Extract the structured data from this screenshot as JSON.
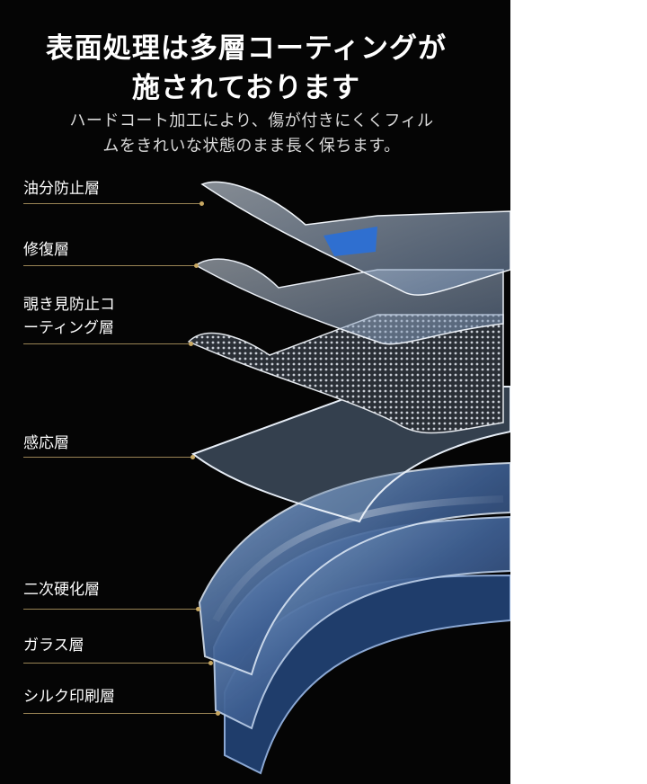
{
  "heading": {
    "line1": "表面処理は多層コーティングが",
    "line2": "施されております"
  },
  "description": {
    "line1": "ハードコート加工により、傷が付きにくくフィル",
    "line2": "ムをきれいな状態のまま長く保ちます。"
  },
  "layers": [
    {
      "label": "油分防止層"
    },
    {
      "label": "修復層"
    },
    {
      "label_line1": "覗き見防止コ",
      "label_line2": "ーティング層"
    },
    {
      "label": "感応層"
    },
    {
      "label": "二次硬化層"
    },
    {
      "label": "ガラス層"
    },
    {
      "label": "シルク印刷層"
    }
  ],
  "colors": {
    "background": "#050505",
    "leader": "#9a8455",
    "accent_blue": "#2f6fd0"
  }
}
